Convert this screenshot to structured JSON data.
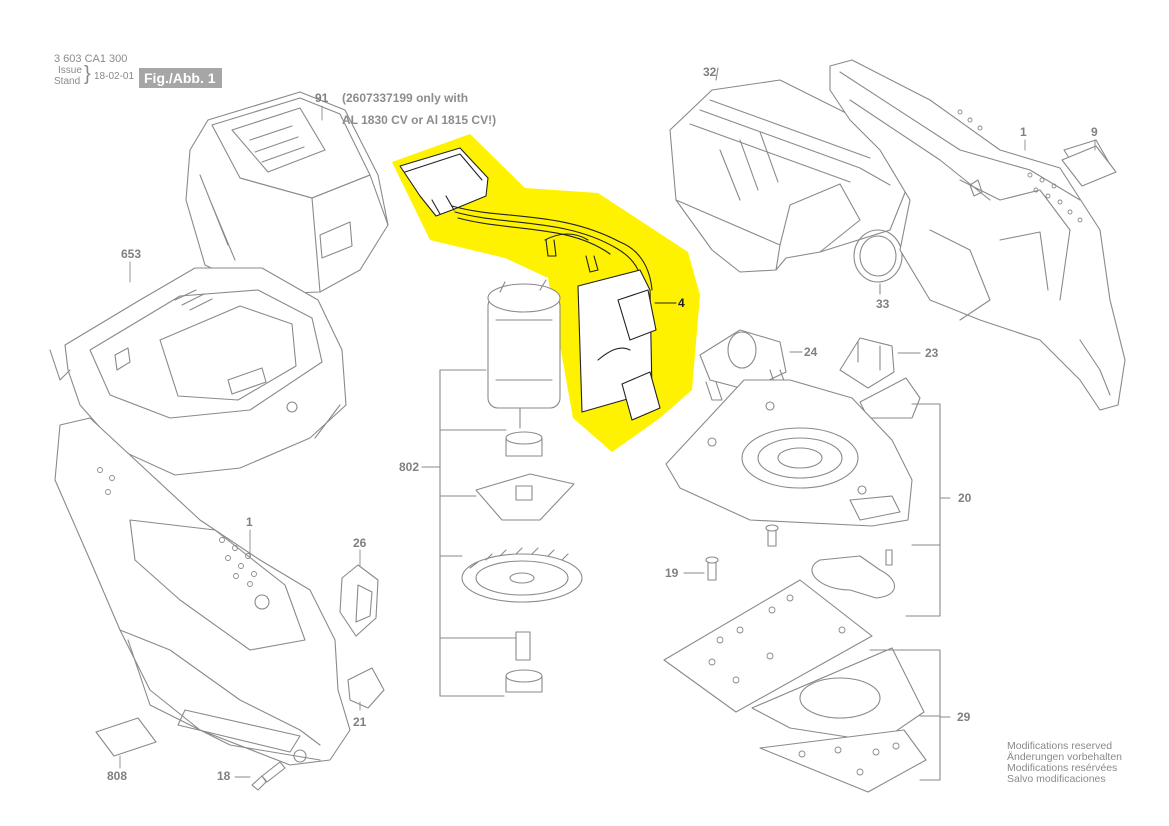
{
  "header": {
    "doc_code": "3 603 CA1 300",
    "issue_label": "Issue",
    "stand_label": "Stand",
    "date": "18-02-01",
    "fig_label": "Fig./Abb. 1"
  },
  "note": {
    "line1": "(2607337199 only with",
    "line2": "AL 1830 CV or Al 1815 CV!)"
  },
  "parts": {
    "p91": "91",
    "p653": "653",
    "p1_top": "1",
    "p1_left": "1",
    "p9": "9",
    "p32": "32",
    "p33": "33",
    "p4": "4",
    "p24": "24",
    "p23": "23",
    "p802": "802",
    "p20": "20",
    "p19": "19",
    "p26": "26",
    "p21": "21",
    "p29": "29",
    "p808": "808",
    "p18": "18"
  },
  "modifications": {
    "en": "Modifications reserved",
    "de": "Änderungen vorbehalten",
    "fr": "Modifications resérvées",
    "es": "Salvo modificaciones"
  },
  "colors": {
    "highlight": "#FFF200",
    "line": "#8a8a8a",
    "dark_line": "#222222"
  }
}
